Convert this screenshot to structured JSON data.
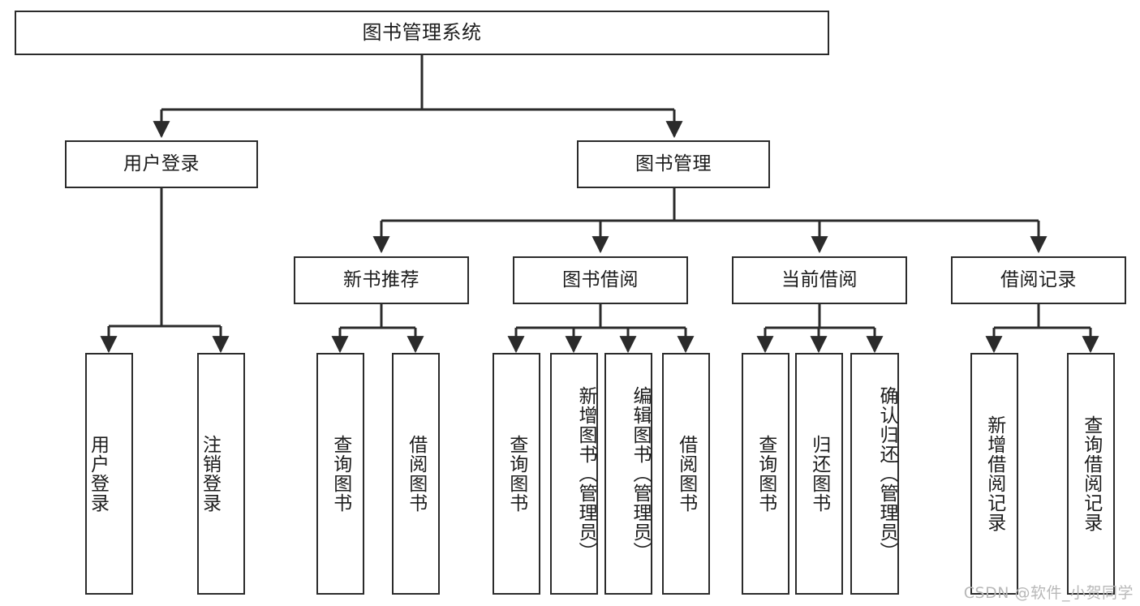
{
  "diagram": {
    "title": "图书管理系统",
    "type": "hierarchy-tree",
    "watermark": "CSDN @软件_小贺同学",
    "colors": {
      "stroke": "#2b2b2b",
      "fill": "#ffffff",
      "text": "#1c1c1c",
      "watermark": "#b8b8b8"
    },
    "nodes": {
      "root": {
        "label": "图书管理系统"
      },
      "level2": [
        {
          "id": "user-login",
          "label": "用户登录"
        },
        {
          "id": "book-management",
          "label": "图书管理"
        }
      ],
      "level3": [
        {
          "id": "new-book-recommend",
          "label": "新书推荐"
        },
        {
          "id": "book-borrow",
          "label": "图书借阅"
        },
        {
          "id": "current-borrow",
          "label": "当前借阅"
        },
        {
          "id": "borrow-record",
          "label": "借阅记录"
        }
      ],
      "leaves": {
        "user-login": [
          {
            "id": "leaf-user-login",
            "label": "用户登录"
          },
          {
            "id": "leaf-logout-login",
            "label": "注销登录"
          }
        ],
        "new-book-recommend": [
          {
            "id": "leaf-query-book-1",
            "label": "查询图书"
          },
          {
            "id": "leaf-borrow-book-1",
            "label": "借阅图书"
          }
        ],
        "book-borrow": [
          {
            "id": "leaf-query-book-2",
            "label": "查询图书"
          },
          {
            "id": "leaf-add-book-admin",
            "label": "新增图书（管理员）"
          },
          {
            "id": "leaf-edit-book-admin",
            "label": "编辑图书（管理员）"
          },
          {
            "id": "leaf-borrow-book-2",
            "label": "借阅图书"
          }
        ],
        "current-borrow": [
          {
            "id": "leaf-query-book-3",
            "label": "查询图书"
          },
          {
            "id": "leaf-return-book",
            "label": "归还图书"
          },
          {
            "id": "leaf-confirm-return-admin",
            "label": "确认归还（管理员）"
          }
        ],
        "borrow-record": [
          {
            "id": "leaf-add-borrow-record",
            "label": "新增借阅记录"
          },
          {
            "id": "leaf-query-borrow-record",
            "label": "查询借阅记录"
          }
        ]
      }
    }
  }
}
